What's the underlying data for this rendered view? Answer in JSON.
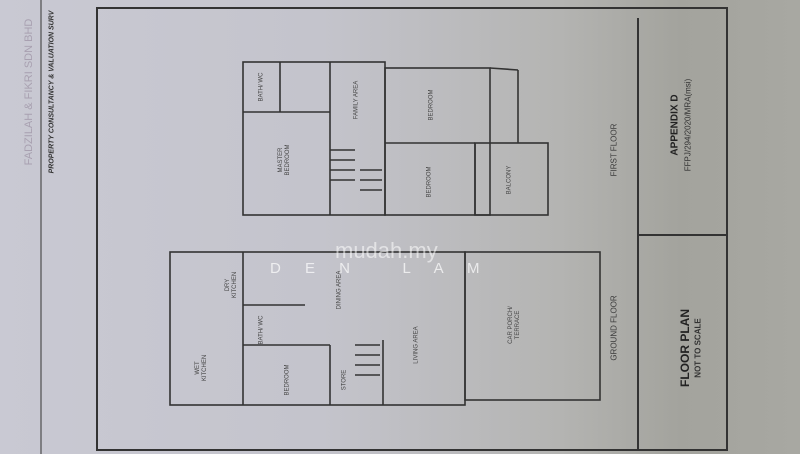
{
  "header": {
    "company": "FADZILAH & FIKRI SDN BHD",
    "tagline": "PROPERTY CONSULTANCY & VALUATION SURV"
  },
  "title_block": {
    "appendix": "APPENDIX D",
    "reference": "FFPJ/294/2020/MRA(msi)",
    "title": "FLOOR PLAN",
    "subtitle": "NOT TO SCALE"
  },
  "first_floor": {
    "label": "FIRST FLOOR",
    "rooms": {
      "bath": "BATH/ WC",
      "family": "FAMILY AREA",
      "bedroom_top": "BEDROOM",
      "master": "MASTER BEDROOM",
      "bedroom_mid": "BEDROOM",
      "balcony": "BALCONY"
    }
  },
  "ground_floor": {
    "label": "GROUND FLOOR",
    "rooms": {
      "dry_kitchen": "DRY KITCHEN",
      "wet_kitchen": "WET KITCHEN",
      "dining": "DINING AREA",
      "bath": "BATH/ WC",
      "living": "LIVING AREA",
      "porch": "CAR PORCH/ TERRACE",
      "bedroom": "BEDROOM",
      "store": "STORE"
    }
  },
  "watermark": {
    "site": "mudah.my",
    "agent": "D E N   L A M"
  }
}
